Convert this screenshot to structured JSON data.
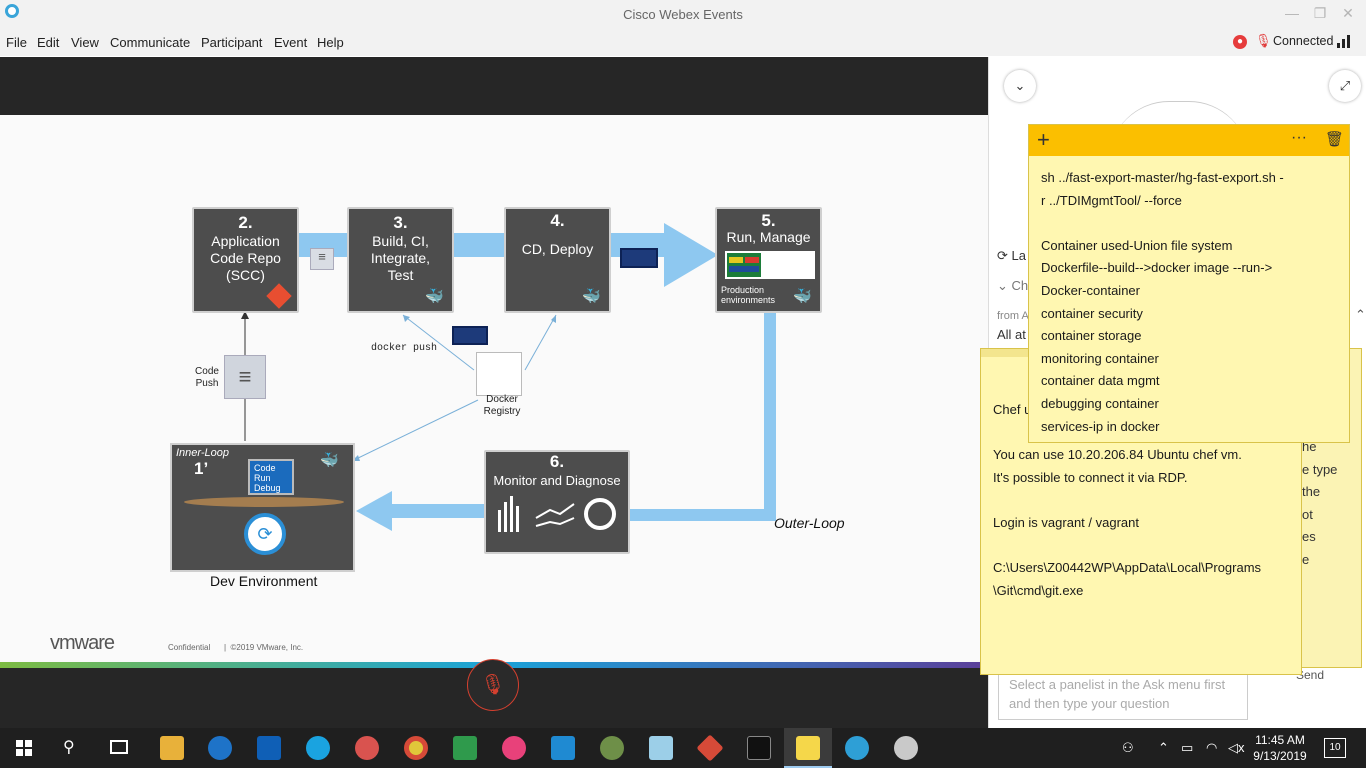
{
  "window": {
    "title": "Cisco Webex Events",
    "connection_status": "Connected"
  },
  "menu": [
    "File",
    "Edit",
    "View",
    "Communicate",
    "Participant",
    "Event",
    "Help"
  ],
  "slide": {
    "stages": [
      {
        "num": "2.",
        "label": "Application Code Repo (SCC)"
      },
      {
        "num": "3.",
        "label": "Build, CI, Integrate, Test"
      },
      {
        "num": "4.",
        "label": "CD, Deploy"
      },
      {
        "num": "5.",
        "label": "Run, Manage"
      },
      {
        "num": "6.",
        "label": "Monitor and Diagnose"
      }
    ],
    "production_environments": "Production environments",
    "code_push": "Code Push",
    "docker_push": "docker push",
    "docker_registry": "Docker Registry",
    "inner_loop": "Inner-Loop",
    "inner_loop_num": "1’",
    "laptop_lines": [
      "Code",
      "Run",
      "Debug"
    ],
    "dev_environment": "Dev Environment",
    "outer_loop": "Outer-Loop",
    "vmware_logo": "vmware",
    "confidential": "Confidential",
    "copyright": "©2019 VMware, Inc."
  },
  "right_panel": {
    "peek_texts": [
      "La",
      "Ch",
      "from A",
      "All at"
    ],
    "peek_right": [
      "he",
      "e type",
      "the",
      "ot",
      "es",
      "e"
    ],
    "ask_placeholder": "Select a panelist in the Ask menu first and then type your question",
    "send_label": "Send"
  },
  "sticky_note_1": {
    "lines": [
      "sh ../fast-export-master/hg-fast-export.sh -",
      "r ../TDIMgmtTool/ --force",
      "",
      "Container used-Union file system",
      "Dockerfile--build-->docker image --run->",
      "Docker-container",
      "container security",
      "container storage",
      "monitoring container",
      "container data mgmt",
      "debugging container",
      "services-ip in docker"
    ]
  },
  "sticky_note_2": {
    "lines": [
      "Chef u",
      "",
      "You can use 10.20.206.84 Ubuntu chef vm.",
      "It's possible to connect it via RDP.",
      "",
      "Login is vagrant / vagrant",
      "",
      "C:\\Users\\Z00442WP\\AppData\\Local\\Programs",
      "\\Git\\cmd\\git.exe"
    ]
  },
  "taskbar": {
    "time": "11:45 AM",
    "date": "9/13/2019",
    "notifications": "10"
  }
}
